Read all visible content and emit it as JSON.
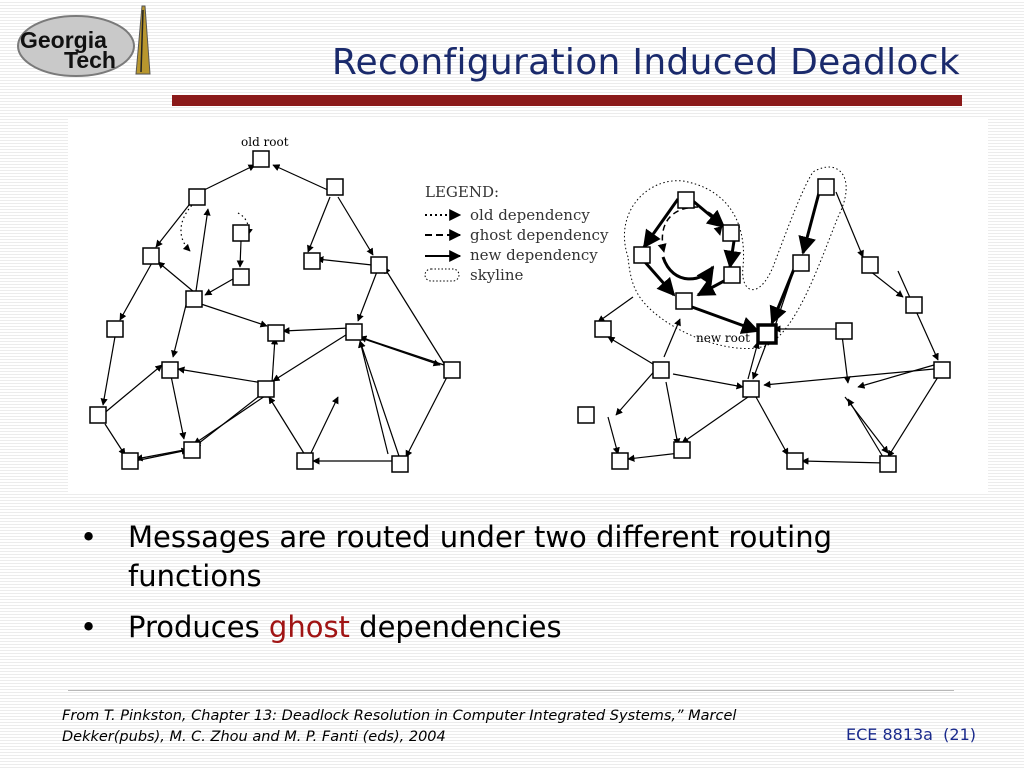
{
  "logo": {
    "line1": "Georgia",
    "line2": "Tech"
  },
  "title": "Reconfiguration Induced Deadlock",
  "figure": {
    "old_root_label": "old root",
    "new_root_label": "new root",
    "legend": {
      "title": "LEGEND:",
      "items": [
        "old dependency",
        "ghost dependency",
        "new dependency",
        "skyline"
      ]
    }
  },
  "bullets": {
    "b1": "Messages are routed under two different routing functions",
    "b2_prefix": "Produces ",
    "b2_highlight": "ghost",
    "b2_suffix": " dependencies"
  },
  "citation": {
    "line1": "From T. Pinkston, Chapter 13: Deadlock Resolution in Computer Integrated Systems,” Marcel",
    "line2": "Dekker(pubs), M. C. Zhou and M. P. Fanti (eds), 2004"
  },
  "footer": {
    "course": "ECE 8813a",
    "page": "(21)"
  },
  "colors": {
    "title": "#1a2a6c",
    "rule": "#8b1a1a",
    "highlight": "#a01414",
    "footer_text": "#1a2a8c"
  }
}
